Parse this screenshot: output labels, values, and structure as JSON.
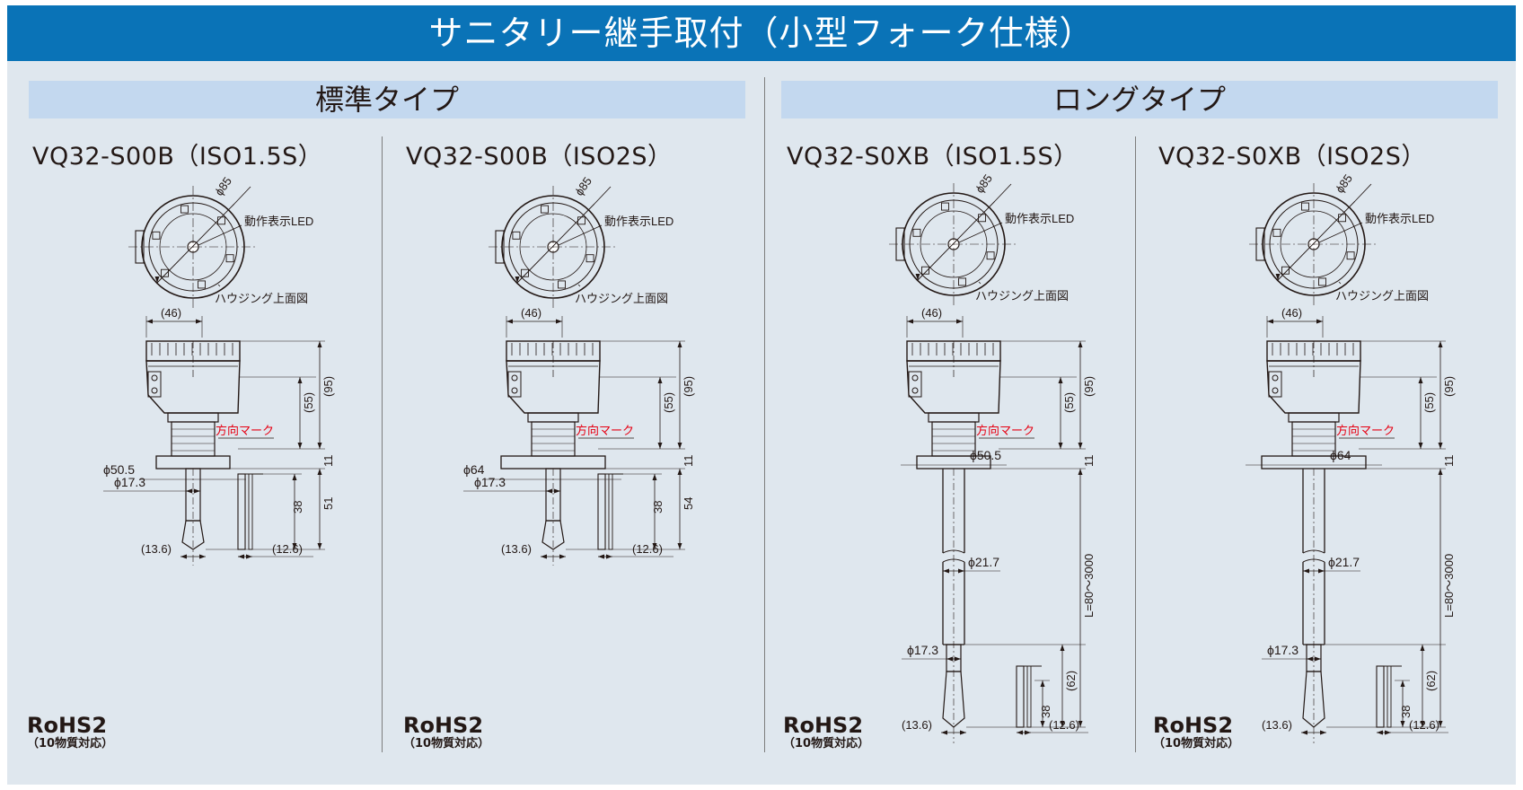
{
  "title": "サニタリー継手取付（小型フォーク仕様）",
  "sections": [
    {
      "label": "標準タイプ"
    },
    {
      "label": "ロングタイプ"
    }
  ],
  "drawings": [
    {
      "model": "VQ32-S00B（ISO1.5S）",
      "d85": "ϕ85",
      "led": "動作表示LED",
      "housing": "ハウジング上面図",
      "w46": "(46)",
      "h95": "(95)",
      "h55": "(55)",
      "h11": "11",
      "mark": "方向マーク",
      "flange": "ϕ50.5",
      "shaft": "ϕ17.3",
      "h38": "38",
      "hlow": "51",
      "t1": "(13.6)",
      "t2": "(12.6)",
      "rohs": "RoHS2",
      "rohs_note": "（10物質対応）"
    },
    {
      "model": "VQ32-S00B（ISO2S）",
      "d85": "ϕ85",
      "led": "動作表示LED",
      "housing": "ハウジング上面図",
      "w46": "(46)",
      "h95": "(95)",
      "h55": "(55)",
      "h11": "11",
      "mark": "方向マーク",
      "flange": "ϕ64",
      "shaft": "ϕ17.3",
      "h38": "38",
      "hlow": "54",
      "t1": "(13.6)",
      "t2": "(12.6)",
      "rohs": "RoHS2",
      "rohs_note": "（10物質対応）"
    },
    {
      "model": "VQ32-S0XB（ISO1.5S）",
      "d85": "ϕ85",
      "led": "動作表示LED",
      "housing": "ハウジング上面図",
      "w46": "(46)",
      "h95": "(95)",
      "h55": "(55)",
      "h11": "11",
      "mark": "方向マーク",
      "flange": "ϕ50.5",
      "pipe": "ϕ21.7",
      "shaft": "ϕ17.3",
      "lrange": "L=80～3000",
      "h62": "(62)",
      "h38": "38",
      "t1": "(13.6)",
      "t2": "(12.6)",
      "rohs": "RoHS2",
      "rohs_note": "（10物質対応）"
    },
    {
      "model": "VQ32-S0XB（ISO2S）",
      "d85": "ϕ85",
      "led": "動作表示LED",
      "housing": "ハウジング上面図",
      "w46": "(46)",
      "h95": "(95)",
      "h55": "(55)",
      "h11": "11",
      "mark": "方向マーク",
      "flange": "ϕ64",
      "pipe": "ϕ21.7",
      "shaft": "ϕ17.3",
      "lrange": "L=80～3000",
      "h62": "(62)",
      "h38": "38",
      "t1": "(13.6)",
      "t2": "(12.6)",
      "rohs": "RoHS2",
      "rohs_note": "（10物質対応）"
    }
  ],
  "colors": {
    "title_bg": "#0a73b7",
    "section_bg": "#c3d8ef",
    "panel_bg": "#dfe7ee",
    "mark_text": "#e60012"
  }
}
